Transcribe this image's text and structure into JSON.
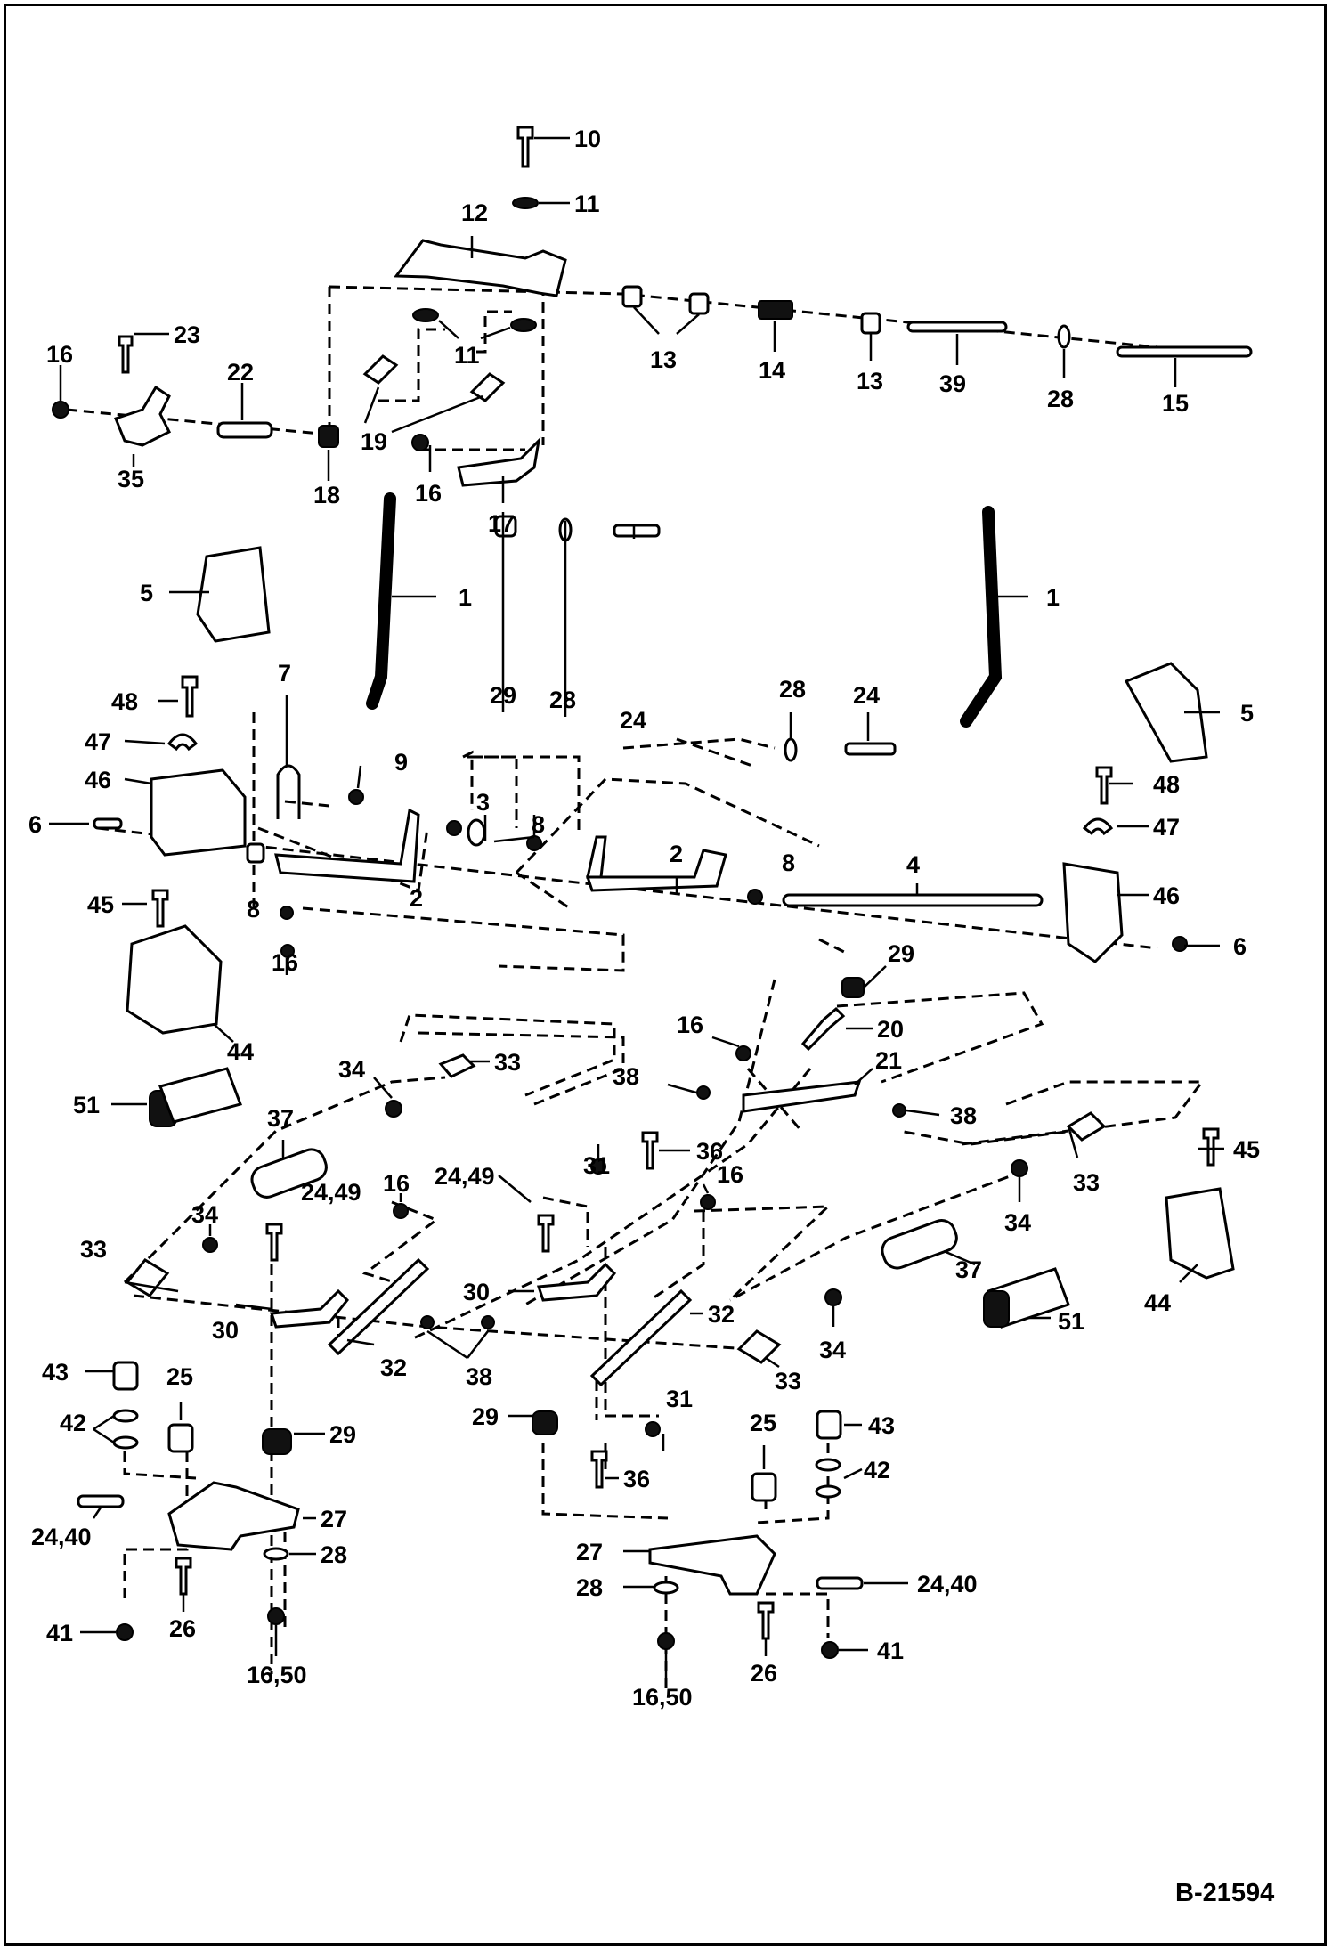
{
  "diagram": {
    "reference_code": "B-21594",
    "callouts": [
      {
        "text": "10"
      },
      {
        "text": "11"
      },
      {
        "text": "12"
      },
      {
        "text": "11"
      },
      {
        "text": "13"
      },
      {
        "text": "14"
      },
      {
        "text": "13"
      },
      {
        "text": "39"
      },
      {
        "text": "28"
      },
      {
        "text": "15"
      },
      {
        "text": "23"
      },
      {
        "text": "16"
      },
      {
        "text": "22"
      },
      {
        "text": "35"
      },
      {
        "text": "18"
      },
      {
        "text": "19"
      },
      {
        "text": "16"
      },
      {
        "text": "17"
      },
      {
        "text": "5"
      },
      {
        "text": "1"
      },
      {
        "text": "1"
      },
      {
        "text": "5"
      },
      {
        "text": "48"
      },
      {
        "text": "7"
      },
      {
        "text": "47"
      },
      {
        "text": "46"
      },
      {
        "text": "6"
      },
      {
        "text": "9"
      },
      {
        "text": "29"
      },
      {
        "text": "28"
      },
      {
        "text": "24"
      },
      {
        "text": "28"
      },
      {
        "text": "24"
      },
      {
        "text": "3"
      },
      {
        "text": "8"
      },
      {
        "text": "2"
      },
      {
        "text": "8"
      },
      {
        "text": "4"
      },
      {
        "text": "2"
      },
      {
        "text": "8"
      },
      {
        "text": "48"
      },
      {
        "text": "47"
      },
      {
        "text": "46"
      },
      {
        "text": "6"
      },
      {
        "text": "45"
      },
      {
        "text": "16"
      },
      {
        "text": "44"
      },
      {
        "text": "29"
      },
      {
        "text": "16"
      },
      {
        "text": "20"
      },
      {
        "text": "21"
      },
      {
        "text": "38"
      },
      {
        "text": "38"
      },
      {
        "text": "51"
      },
      {
        "text": "34"
      },
      {
        "text": "33"
      },
      {
        "text": "37"
      },
      {
        "text": "36"
      },
      {
        "text": "45"
      },
      {
        "text": "31"
      },
      {
        "text": "16"
      },
      {
        "text": "16"
      },
      {
        "text": "24,49"
      },
      {
        "text": "24,49"
      },
      {
        "text": "34"
      },
      {
        "text": "33"
      },
      {
        "text": "34"
      },
      {
        "text": "33"
      },
      {
        "text": "30"
      },
      {
        "text": "37"
      },
      {
        "text": "30"
      },
      {
        "text": "32"
      },
      {
        "text": "44"
      },
      {
        "text": "51"
      },
      {
        "text": "32"
      },
      {
        "text": "38"
      },
      {
        "text": "34"
      },
      {
        "text": "33"
      },
      {
        "text": "43"
      },
      {
        "text": "25"
      },
      {
        "text": "42"
      },
      {
        "text": "29"
      },
      {
        "text": "31"
      },
      {
        "text": "29"
      },
      {
        "text": "25"
      },
      {
        "text": "43"
      },
      {
        "text": "42"
      },
      {
        "text": "36"
      },
      {
        "text": "27"
      },
      {
        "text": "24,40"
      },
      {
        "text": "28"
      },
      {
        "text": "27"
      },
      {
        "text": "28"
      },
      {
        "text": "24,40"
      },
      {
        "text": "41"
      },
      {
        "text": "26"
      },
      {
        "text": "16,50"
      },
      {
        "text": "41"
      },
      {
        "text": "26"
      },
      {
        "text": "16,50"
      }
    ]
  }
}
